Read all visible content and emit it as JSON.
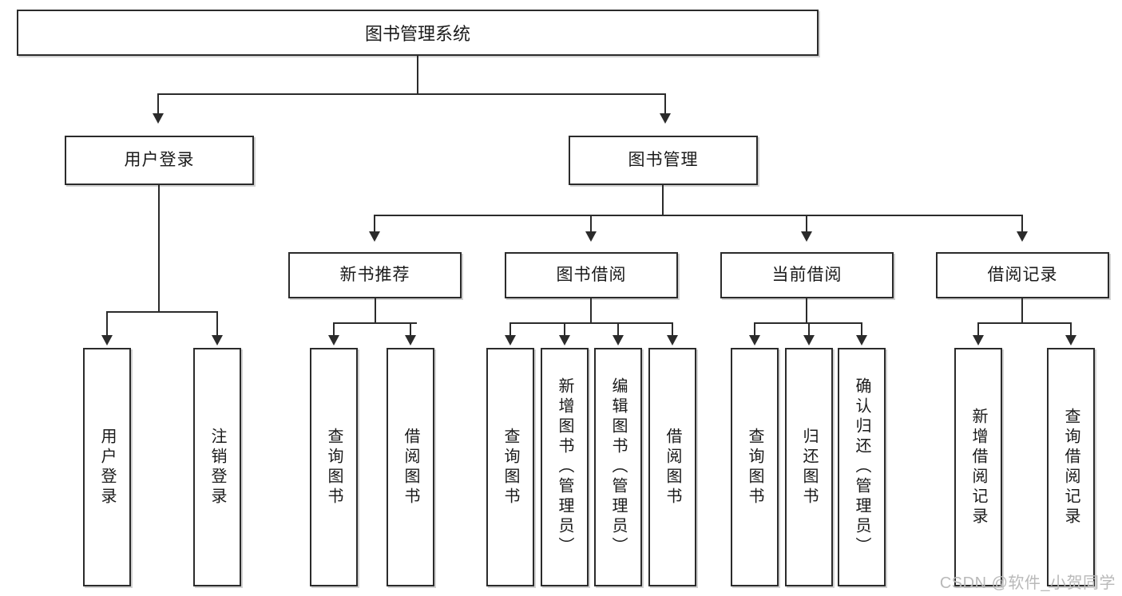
{
  "diagram": {
    "type": "tree",
    "title": "图书管理系统",
    "watermark": "CSDN @软件_小贺同学",
    "levels": {
      "root": {
        "label": "图书管理系统"
      },
      "level2": [
        {
          "label": "用户登录"
        },
        {
          "label": "图书管理"
        }
      ],
      "level3": [
        {
          "label": "新书推荐"
        },
        {
          "label": "图书借阅"
        },
        {
          "label": "当前借阅"
        },
        {
          "label": "借阅记录"
        }
      ],
      "leaves": [
        {
          "label": "用户登录",
          "parent": "用户登录"
        },
        {
          "label": "注销登录",
          "parent": "用户登录"
        },
        {
          "label": "查询图书",
          "parent": "新书推荐"
        },
        {
          "label": "借阅图书",
          "parent": "新书推荐"
        },
        {
          "label": "查询图书",
          "parent": "图书借阅"
        },
        {
          "label": "新增图书（管理员）",
          "parent": "图书借阅"
        },
        {
          "label": "编辑图书（管理员）",
          "parent": "图书借阅"
        },
        {
          "label": "借阅图书",
          "parent": "图书借阅"
        },
        {
          "label": "查询图书",
          "parent": "当前借阅"
        },
        {
          "label": "归还图书",
          "parent": "当前借阅"
        },
        {
          "label": "确认归还（管理员）",
          "parent": "当前借阅"
        },
        {
          "label": "新增借阅记录",
          "parent": "借阅记录"
        },
        {
          "label": "查询借阅记录",
          "parent": "借阅记录"
        }
      ]
    },
    "colors": {
      "stroke": "#2b2b2b",
      "fill": "#ffffff",
      "text": "#1a1a1a",
      "watermark": "#b9b9b9"
    }
  }
}
